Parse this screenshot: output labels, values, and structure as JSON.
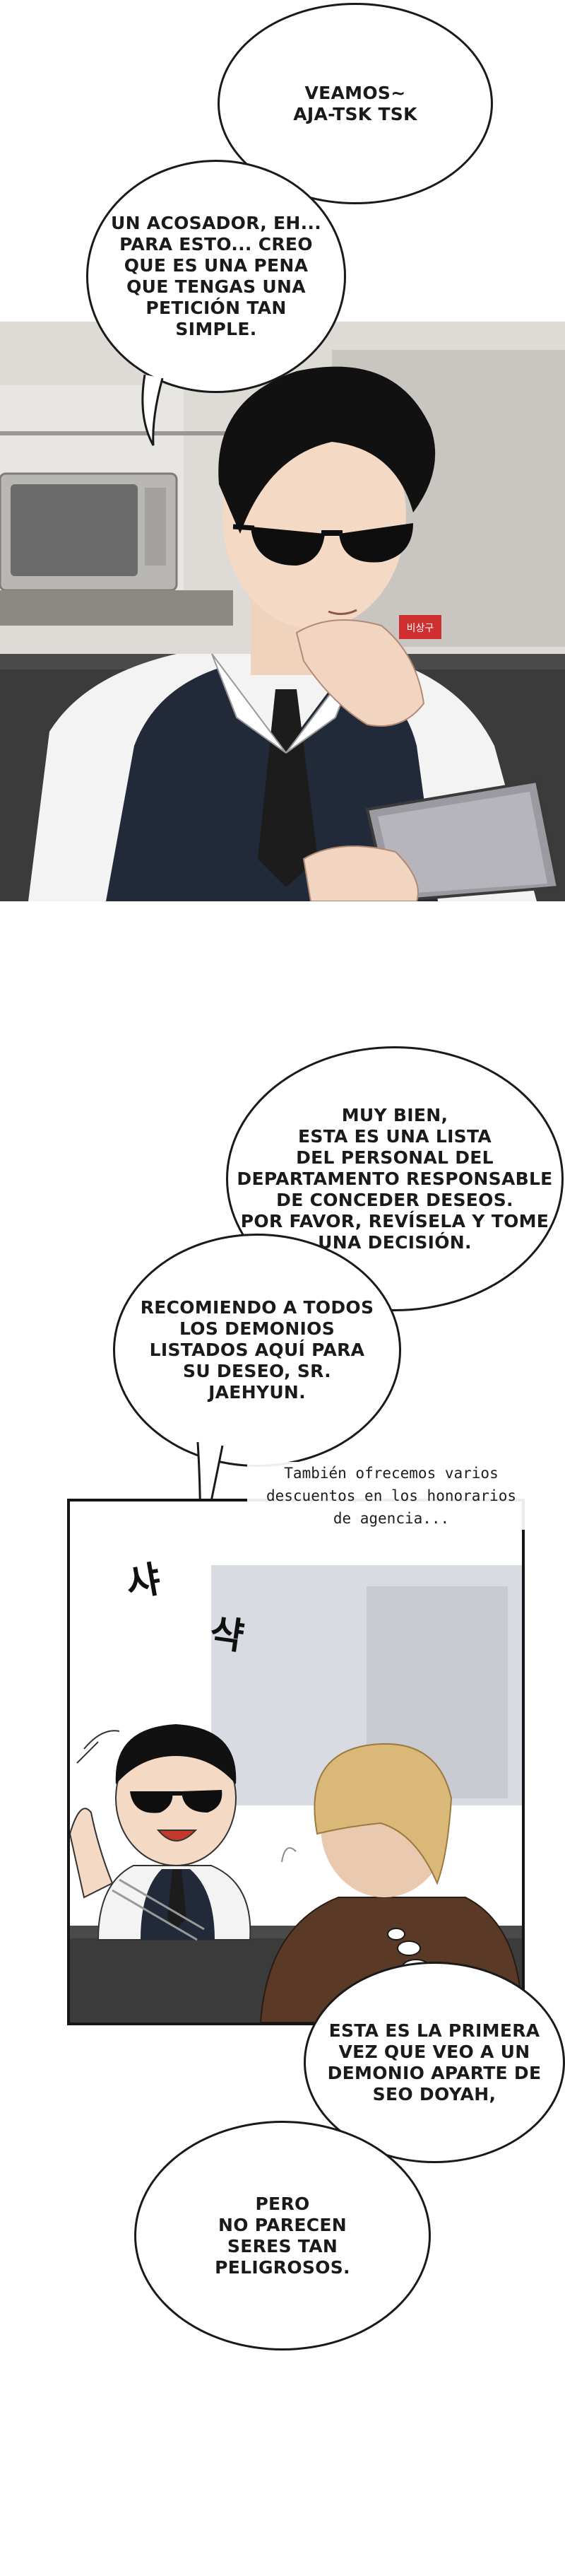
{
  "colors": {
    "ink": "#1a1a1a",
    "wall": "#d9d6d2",
    "sofa": "#3b3b3b",
    "suit_vest": "#222a3a",
    "shirt": "#f3f3f3",
    "hair": "#111111",
    "blonde_hair": "#d9b878",
    "brown_jacket": "#5a3a26"
  },
  "bubbles": {
    "b1": "VEAMOS~\nAJA-TSK TSK",
    "b2": "UN ACOSADOR, EH...\nPARA ESTO... CREO\nQUE ES UNA PENA\nQUE TENGAS UNA\nPETICIÓN TAN\nSIMPLE.",
    "b3": "MUY BIEN,\nESTA ES UNA LISTA\nDEL PERSONAL DEL\nDEPARTAMENTO RESPONSABLE\nDE CONCEDER DESEOS.\nPOR FAVOR, REVÍSELA Y TOME\nUNA DECISIÓN.",
    "b4": "RECOMIENDO A TODOS\nLOS DEMONIOS\nLISTADOS AQUÍ PARA\nSU DESEO, SR.\nJAEHYUN.",
    "b5": "ESTA ES LA PRIMERA\nVEZ QUE VEO A UN\nDEMONIO APARTE DE\nSEO DOYAH,",
    "b6": "PERO\nNO PARECEN\nSERES TAN\nPELIGROSOS."
  },
  "caption": "También ofrecemos varios\ndescuentos en los honorarios\nde agencia...",
  "sign_text": "비상구",
  "sfx": {
    "s1": "샤",
    "s2": "샥"
  },
  "icons": {
    "sunglasses": "sunglasses-icon",
    "tablet": "tablet-icon",
    "microwave": "microwave-icon",
    "thought-dots": "thought-dots-icon"
  }
}
